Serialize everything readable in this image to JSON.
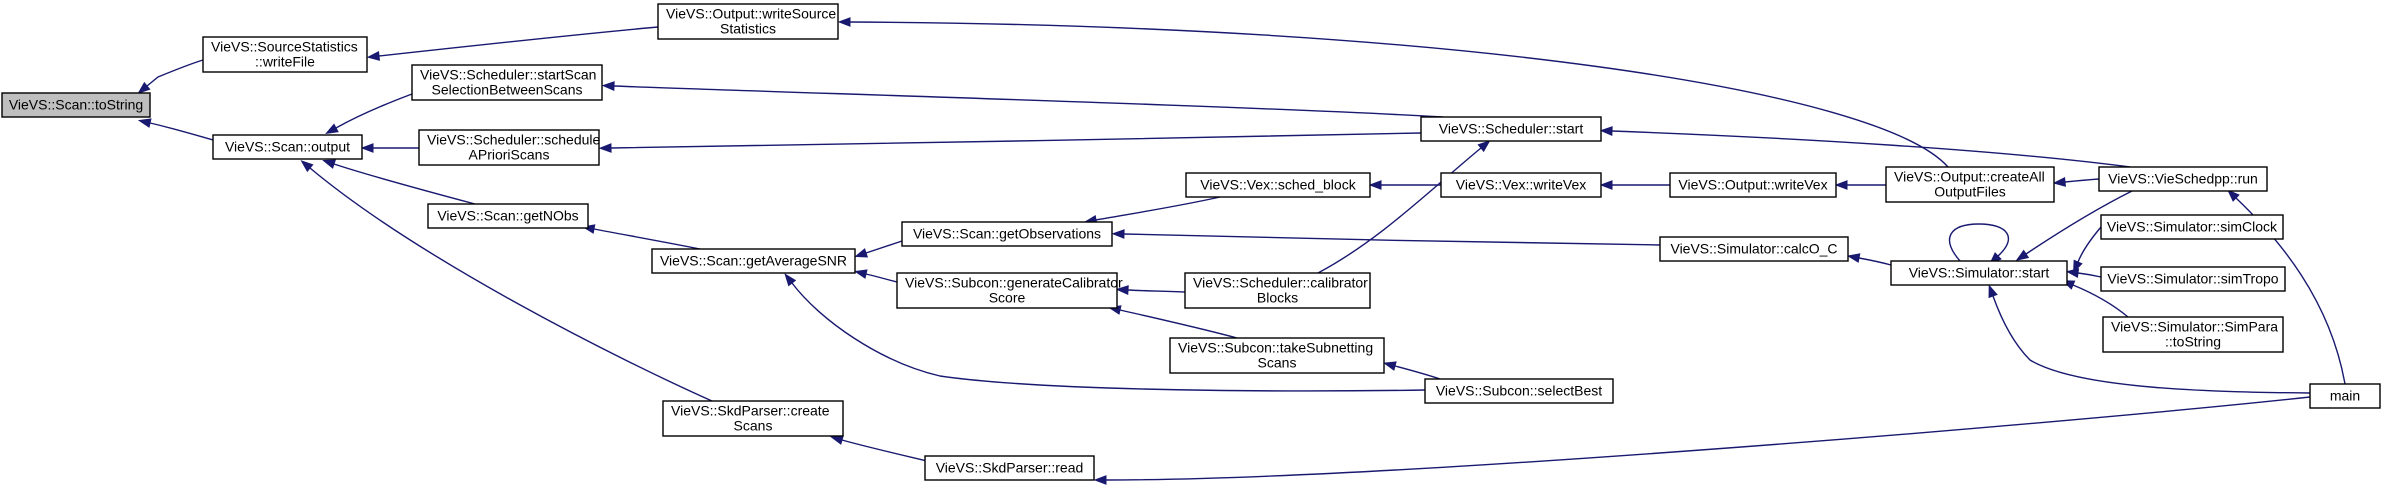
{
  "colors": {
    "edge": "#191970",
    "node_border": "#000000",
    "root_fill": "#bfbfbf",
    "node_fill": "#ffffff"
  },
  "nodes": [
    {
      "id": "toString",
      "lines": [
        "VieVS::Scan::toString"
      ],
      "root": true
    },
    {
      "id": "srcStatWrite",
      "lines": [
        "VieVS::SourceStatistics",
        "::writeFile"
      ]
    },
    {
      "id": "output",
      "lines": [
        "VieVS::Scan::output"
      ]
    },
    {
      "id": "outWriteSrc",
      "lines": [
        "VieVS::Output::writeSource",
        "Statistics"
      ]
    },
    {
      "id": "startScanSel",
      "lines": [
        "VieVS::Scheduler::startScan",
        "SelectionBetweenScans"
      ]
    },
    {
      "id": "schedApriori",
      "lines": [
        "VieVS::Scheduler::schedule",
        "APrioriScans"
      ]
    },
    {
      "id": "getNObs",
      "lines": [
        "VieVS::Scan::getNObs"
      ]
    },
    {
      "id": "getAvgSNR",
      "lines": [
        "VieVS::Scan::getAverageSNR"
      ]
    },
    {
      "id": "getObs",
      "lines": [
        "VieVS::Scan::getObservations"
      ]
    },
    {
      "id": "genCalib",
      "lines": [
        "VieVS::Subcon::generateCalibrator",
        "Score"
      ]
    },
    {
      "id": "skdCreate",
      "lines": [
        "VieVS::SkdParser::create",
        "Scans"
      ]
    },
    {
      "id": "skdRead",
      "lines": [
        "VieVS::SkdParser::read"
      ]
    },
    {
      "id": "vexSched",
      "lines": [
        "VieVS::Vex::sched_block"
      ]
    },
    {
      "id": "schedCalib",
      "lines": [
        "VieVS::Scheduler::calibrator",
        "Blocks"
      ]
    },
    {
      "id": "takeSub",
      "lines": [
        "VieVS::Subcon::takeSubnetting",
        "Scans"
      ]
    },
    {
      "id": "schedStart",
      "lines": [
        "VieVS::Scheduler::start"
      ]
    },
    {
      "id": "vexWrite",
      "lines": [
        "VieVS::Vex::writeVex"
      ]
    },
    {
      "id": "selectBest",
      "lines": [
        "VieVS::Subcon::selectBest"
      ]
    },
    {
      "id": "outWriteVex",
      "lines": [
        "VieVS::Output::writeVex"
      ]
    },
    {
      "id": "calcOC",
      "lines": [
        "VieVS::Simulator::calcO_C"
      ]
    },
    {
      "id": "createAll",
      "lines": [
        "VieVS::Output::createAll",
        "OutputFiles"
      ]
    },
    {
      "id": "simStart",
      "lines": [
        "VieVS::Simulator::start"
      ]
    },
    {
      "id": "vieRun",
      "lines": [
        "VieVS::VieSchedpp::run"
      ]
    },
    {
      "id": "simClock",
      "lines": [
        "VieVS::Simulator::simClock"
      ]
    },
    {
      "id": "simTropo",
      "lines": [
        "VieVS::Simulator::simTropo"
      ]
    },
    {
      "id": "simPara",
      "lines": [
        "VieVS::Simulator::SimPara",
        "::toString"
      ]
    },
    {
      "id": "main",
      "lines": [
        "main"
      ]
    }
  ],
  "edges": [
    {
      "from": "srcStatWrite",
      "to": "toString"
    },
    {
      "from": "output",
      "to": "toString"
    },
    {
      "from": "outWriteSrc",
      "to": "srcStatWrite"
    },
    {
      "from": "startScanSel",
      "to": "output"
    },
    {
      "from": "schedApriori",
      "to": "output"
    },
    {
      "from": "getNObs",
      "to": "output"
    },
    {
      "from": "skdCreate",
      "to": "output"
    },
    {
      "from": "getAvgSNR",
      "to": "getNObs"
    },
    {
      "from": "getObs",
      "to": "getAvgSNR"
    },
    {
      "from": "genCalib",
      "to": "getAvgSNR"
    },
    {
      "from": "selectBest",
      "to": "getAvgSNR"
    },
    {
      "from": "vexSched",
      "to": "getObs"
    },
    {
      "from": "calcOC",
      "to": "getObs"
    },
    {
      "from": "schedCalib",
      "to": "genCalib"
    },
    {
      "from": "takeSub",
      "to": "genCalib"
    },
    {
      "from": "skdRead",
      "to": "skdCreate"
    },
    {
      "from": "main",
      "to": "skdRead"
    },
    {
      "from": "schedStart",
      "to": "startScanSel"
    },
    {
      "from": "schedStart",
      "to": "schedApriori"
    },
    {
      "from": "vexWrite",
      "to": "vexSched"
    },
    {
      "from": "schedCalib",
      "to": "schedStart"
    },
    {
      "from": "selectBest",
      "to": "takeSub"
    },
    {
      "from": "outWriteVex",
      "to": "vexWrite"
    },
    {
      "from": "createAll",
      "to": "outWriteVex"
    },
    {
      "from": "createAll",
      "to": "outWriteSrc"
    },
    {
      "from": "vieRun",
      "to": "schedStart"
    },
    {
      "from": "vieRun",
      "to": "createAll"
    },
    {
      "from": "simStart",
      "to": "calcOC"
    },
    {
      "from": "simStart",
      "to": "simStart"
    },
    {
      "from": "vieRun",
      "to": "simStart"
    },
    {
      "from": "simClock",
      "to": "simStart"
    },
    {
      "from": "simTropo",
      "to": "simStart"
    },
    {
      "from": "simPara",
      "to": "simStart"
    },
    {
      "from": "main",
      "to": "simStart"
    },
    {
      "from": "main",
      "to": "vieRun"
    }
  ]
}
